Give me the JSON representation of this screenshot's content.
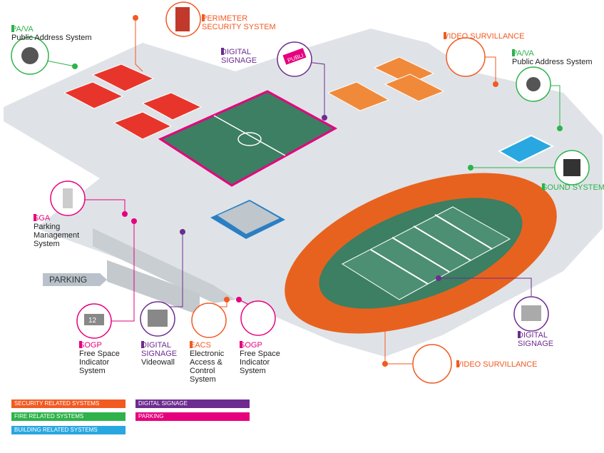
{
  "colors": {
    "security": "#f15a22",
    "fire": "#2db34a",
    "building": "#29a7e1",
    "digital": "#6d2c8f",
    "parking": "#e6007e",
    "ground": "#d9dee3",
    "track": "#e8621f",
    "field": "#3c7f62"
  },
  "callouts": {
    "pa_left": {
      "title": "PA/VA",
      "sub": "Public Address System"
    },
    "perimeter": {
      "title": "PERIMETER",
      "title2": "SECURITY SYSTEM"
    },
    "digital_top": {
      "title": "DIGITAL",
      "title2": "SIGNAGE",
      "sign_text": "PUBLI"
    },
    "video_top": {
      "title": "VIDEO SURVILLANCE"
    },
    "pa_right": {
      "title": "PA/VA",
      "sub": "Public Address System"
    },
    "sound": {
      "title": "SOUND SYSTEM"
    },
    "sga": {
      "title": "SGA",
      "sub1": "Parking",
      "sub2": "Management",
      "sub3": "System"
    },
    "sogp_left": {
      "title": "SOGP",
      "sub1": "Free Space",
      "sub2": "Indicator",
      "sub3": "System",
      "panel_text": "12"
    },
    "digital_videowall": {
      "title": "DIGITAL",
      "title2": "SIGNAGE",
      "sub": "Videowall"
    },
    "eacs": {
      "title": "EACS",
      "sub1": "Electronic",
      "sub2": "Access &",
      "sub3": "Control",
      "sub4": "System"
    },
    "sogp_right": {
      "title": "SOGP",
      "sub1": "Free Space",
      "sub2": "Indicator",
      "sub3": "System"
    },
    "digital_right": {
      "title": "DIGITAL",
      "title2": "SIGNAGE"
    },
    "video_bottom": {
      "title": "VIDEO SURVILLANCE"
    }
  },
  "parking_label": "PARKING",
  "legend": [
    {
      "label": "SECURITY RELATED SYSTEMS",
      "color": "#f15a22"
    },
    {
      "label": "FIRE RELATED SYSTEMS",
      "color": "#2db34a"
    },
    {
      "label": "BUILDING RELATED SYSTEMS",
      "color": "#29a7e1"
    },
    {
      "label": "DIGITAL SIGNAGE",
      "color": "#6d2c8f"
    },
    {
      "label": "PARKING",
      "color": "#e6007e"
    }
  ]
}
